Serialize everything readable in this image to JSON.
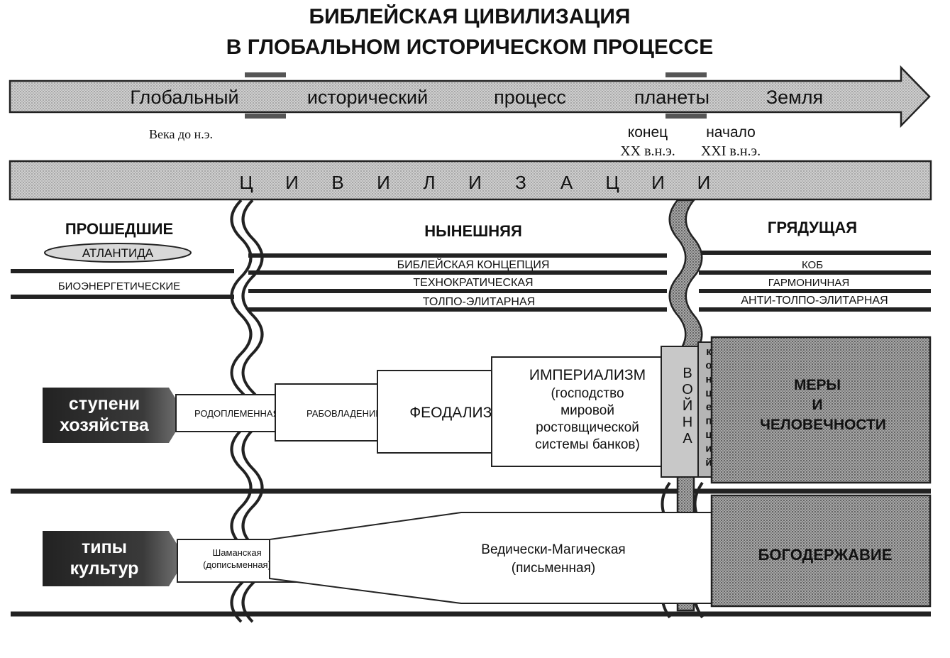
{
  "title": {
    "line1": "БИБЛЕЙСКАЯ ЦИВИЛИЗАЦИЯ",
    "line2": "В ГЛОБАЛЬНОМ ИСТОРИЧЕСКОМ ПРОЦЕССЕ"
  },
  "arrow": {
    "words": [
      "Глобальный",
      "исторический",
      "процесс",
      "планеты",
      "Земля"
    ]
  },
  "timeline": {
    "bc": "Века до н.э.",
    "end_label": "конец",
    "end_century": "XX в.н.э.",
    "start_label": "начало",
    "start_century": "XXI в.н.э."
  },
  "civ_band": {
    "letters": [
      "Ц",
      "И",
      "В",
      "И",
      "Л",
      "И",
      "З",
      "А",
      "Ц",
      "И",
      "И"
    ]
  },
  "eras": {
    "past": "ПРОШЕДШИЕ",
    "present": "НЫНЕШНЯЯ",
    "future": "ГРЯДУЩАЯ"
  },
  "past": {
    "atlantis": "АТЛАНТИДА",
    "bioenergetic": "БИОЭНЕРГЕТИЧЕСКИЕ"
  },
  "present_lines": {
    "biblical": "БИБЛЕЙСКАЯ КОНЦЕПЦИЯ",
    "technocratic": "ТЕХНОКРАТИЧЕСКАЯ",
    "crowd_elite": "ТОЛПО-ЭЛИТАРНАЯ"
  },
  "future_lines": {
    "kob": "КОБ",
    "harmonious": "ГАРМОНИЧНАЯ",
    "anti_crowd_elite": "АНТИ-ТОЛПО-ЭЛИТАРНАЯ"
  },
  "stages": {
    "label": [
      "ступени",
      "хозяйства"
    ],
    "tribal": "РОДОПЛЕМЕННАЯ",
    "slavery": "РАБОВЛАДЕНИЕ",
    "feudalism": "ФЕОДАЛИЗМ",
    "imperialism": "ИМПЕРИАЛИЗМ",
    "imperialism_desc": [
      "(господство",
      "мировой",
      "ростовщической",
      "системы банков)"
    ],
    "war": [
      "В",
      "О",
      "Й",
      "Н",
      "А"
    ],
    "concepts": [
      "к",
      "о",
      "н",
      "ц",
      "е",
      "п",
      "ц",
      "и",
      "й"
    ],
    "measures": [
      "МЕРЫ",
      "И",
      "ЧЕЛОВЕЧНОСТИ"
    ]
  },
  "cultures": {
    "label": [
      "типы",
      "культур"
    ],
    "shamanic": "Шаманская",
    "shamanic_sub": "(дописьменная)",
    "vedic": "Ведически-Магическая",
    "vedic_sub": "(письменная)",
    "god_rule": "БОГОДЕРЖАВИЕ"
  }
}
